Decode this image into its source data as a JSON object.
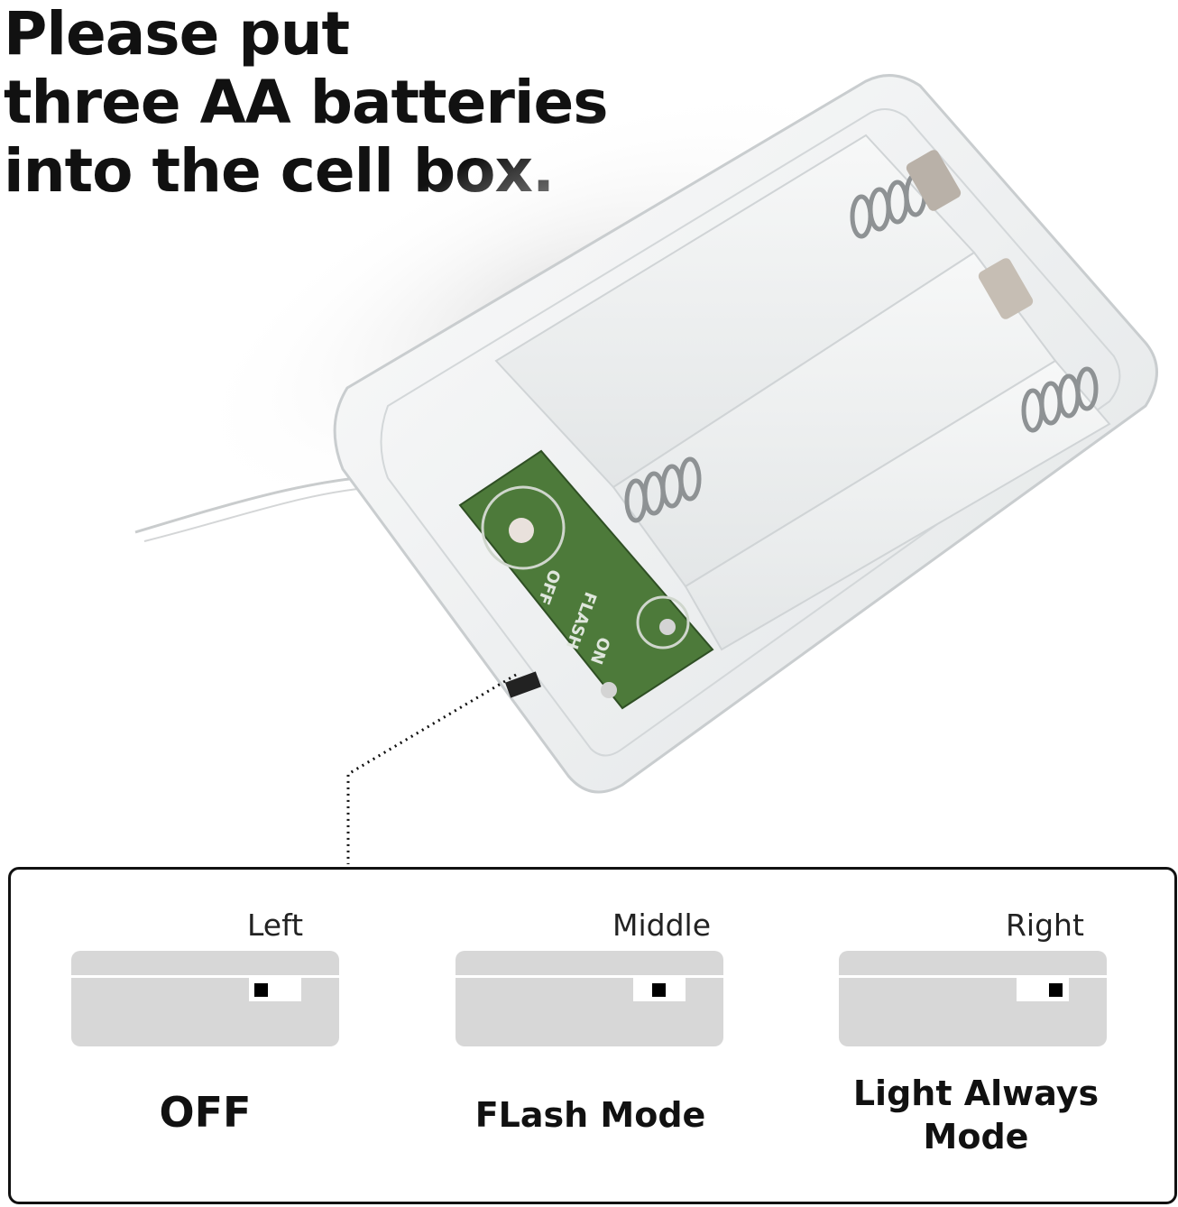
{
  "headline": {
    "line1": "Please put",
    "line2": "three AA batteries",
    "line3": "into the cell box."
  },
  "photo": {
    "pcb_labels": {
      "off": "OFF",
      "flash": "FLASH",
      "on": "ON"
    }
  },
  "switch_panel": {
    "positions": [
      {
        "position_label": "Left",
        "mode_label": "OFF"
      },
      {
        "position_label": "Middle",
        "mode_label": "FLash Mode"
      },
      {
        "position_label": "Right",
        "mode_label_line1": "Light Always",
        "mode_label_line2": "Mode"
      }
    ]
  },
  "colors": {
    "switch_body": "#d7d7d7",
    "pcb_green": "#4d7a3a",
    "text": "#111111"
  }
}
